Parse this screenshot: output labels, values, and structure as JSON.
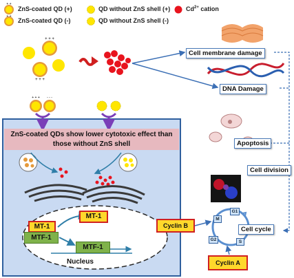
{
  "legend": {
    "zns_pos": "ZnS-coated QD (+)",
    "zns_neg": "ZnS-coated QD (-)",
    "noshell_pos": "QD without ZnS shell (+)",
    "noshell_neg": "QD without ZnS shell (-)",
    "cd_prefix": "Cd",
    "cd_sup": "2+",
    "cd_suffix": " cation"
  },
  "effects": {
    "membrane": "Cell membrane damage",
    "dna": "DNA Damage",
    "apoptosis": "Apoptosis",
    "division": "Cell division",
    "cycle": "Cell cycle"
  },
  "cell": {
    "banner": "ZnS-coated QDs show lower cytotoxic effect than those without ZnS shell",
    "nucleus": "Nucleus",
    "mt1_a": "MT-1",
    "mt1_b": "MT-1",
    "mtf1_a": "MTF-1",
    "mtf1_b": "MTF-1"
  },
  "cycle": {
    "cyclin_b": "Cyclin B",
    "cyclin_a": "Cyclin A",
    "g1": "G1",
    "s": "S",
    "g2": "G2",
    "m": "M"
  },
  "colors": {
    "qd_yellow": "#ffe600",
    "zns_shell": "#e59a3a",
    "cd_red": "#e8141e",
    "arrow_blue": "#3b6fb5",
    "cell_fill": "#c9daf2",
    "banner_fill": "#e7b9bf"
  }
}
